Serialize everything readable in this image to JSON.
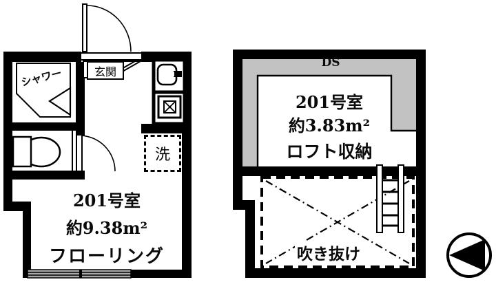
{
  "main_floor": {
    "entrance_label": "玄関",
    "shower_label": "シャワー",
    "laundry_label": "洗",
    "room_label": "201号室",
    "area_label": "約9.38m²",
    "flooring_label": "フローリング"
  },
  "loft_floor": {
    "duct_label": "DS",
    "room_label": "201号室",
    "area_label": "約3.83m²",
    "storage_label": "ロフト収納",
    "void_label": "吹き抜け"
  },
  "colors": {
    "wall": "#000000",
    "duct_space_gray": "#c2c2c2",
    "window_gray": "#ababab",
    "background": "#ffffff"
  }
}
